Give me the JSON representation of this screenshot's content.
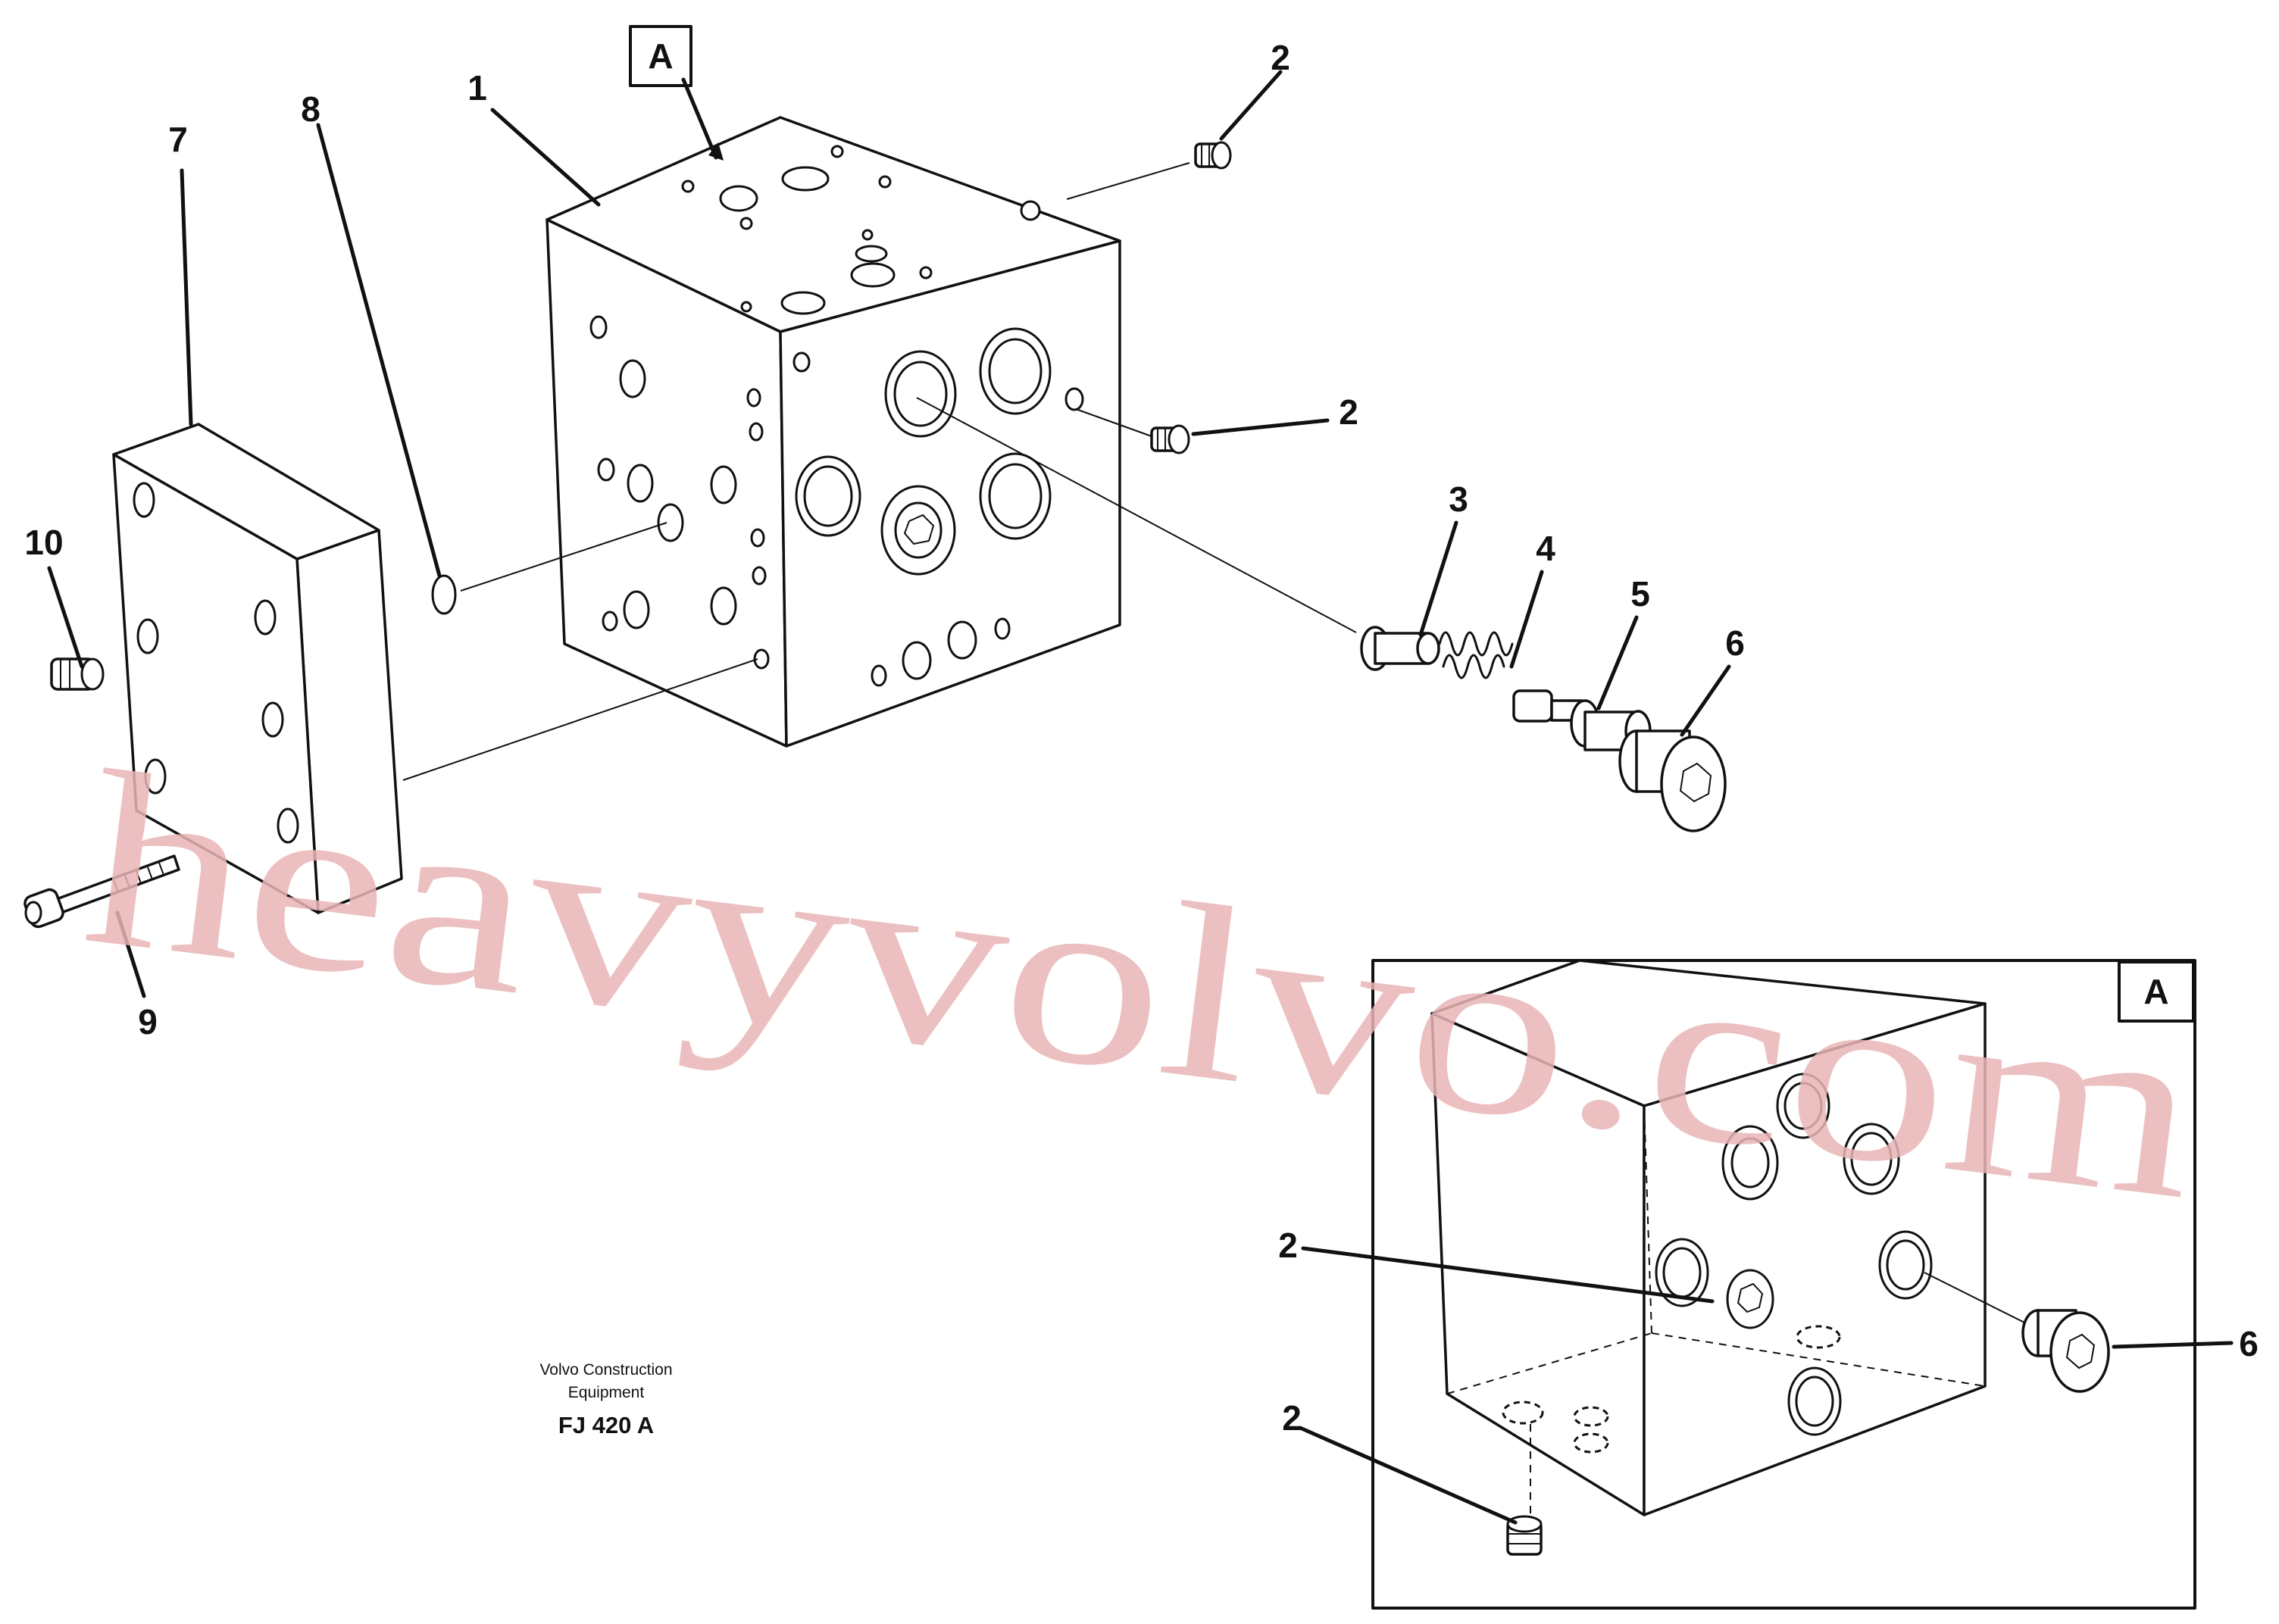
{
  "diagram": {
    "view_label": "A",
    "inset_label": "A",
    "callouts": {
      "c1": "1",
      "c2a": "2",
      "c2b": "2",
      "c2c": "2",
      "c2d": "2",
      "c3": "3",
      "c4": "4",
      "c5": "5",
      "c6a": "6",
      "c6b": "6",
      "c7": "7",
      "c8": "8",
      "c9": "9",
      "c10": "10"
    },
    "credit_line1": "Volvo Construction",
    "credit_line2": "Equipment",
    "figure_code": "FJ 420 A",
    "watermark": "heavyvolvo.com"
  }
}
